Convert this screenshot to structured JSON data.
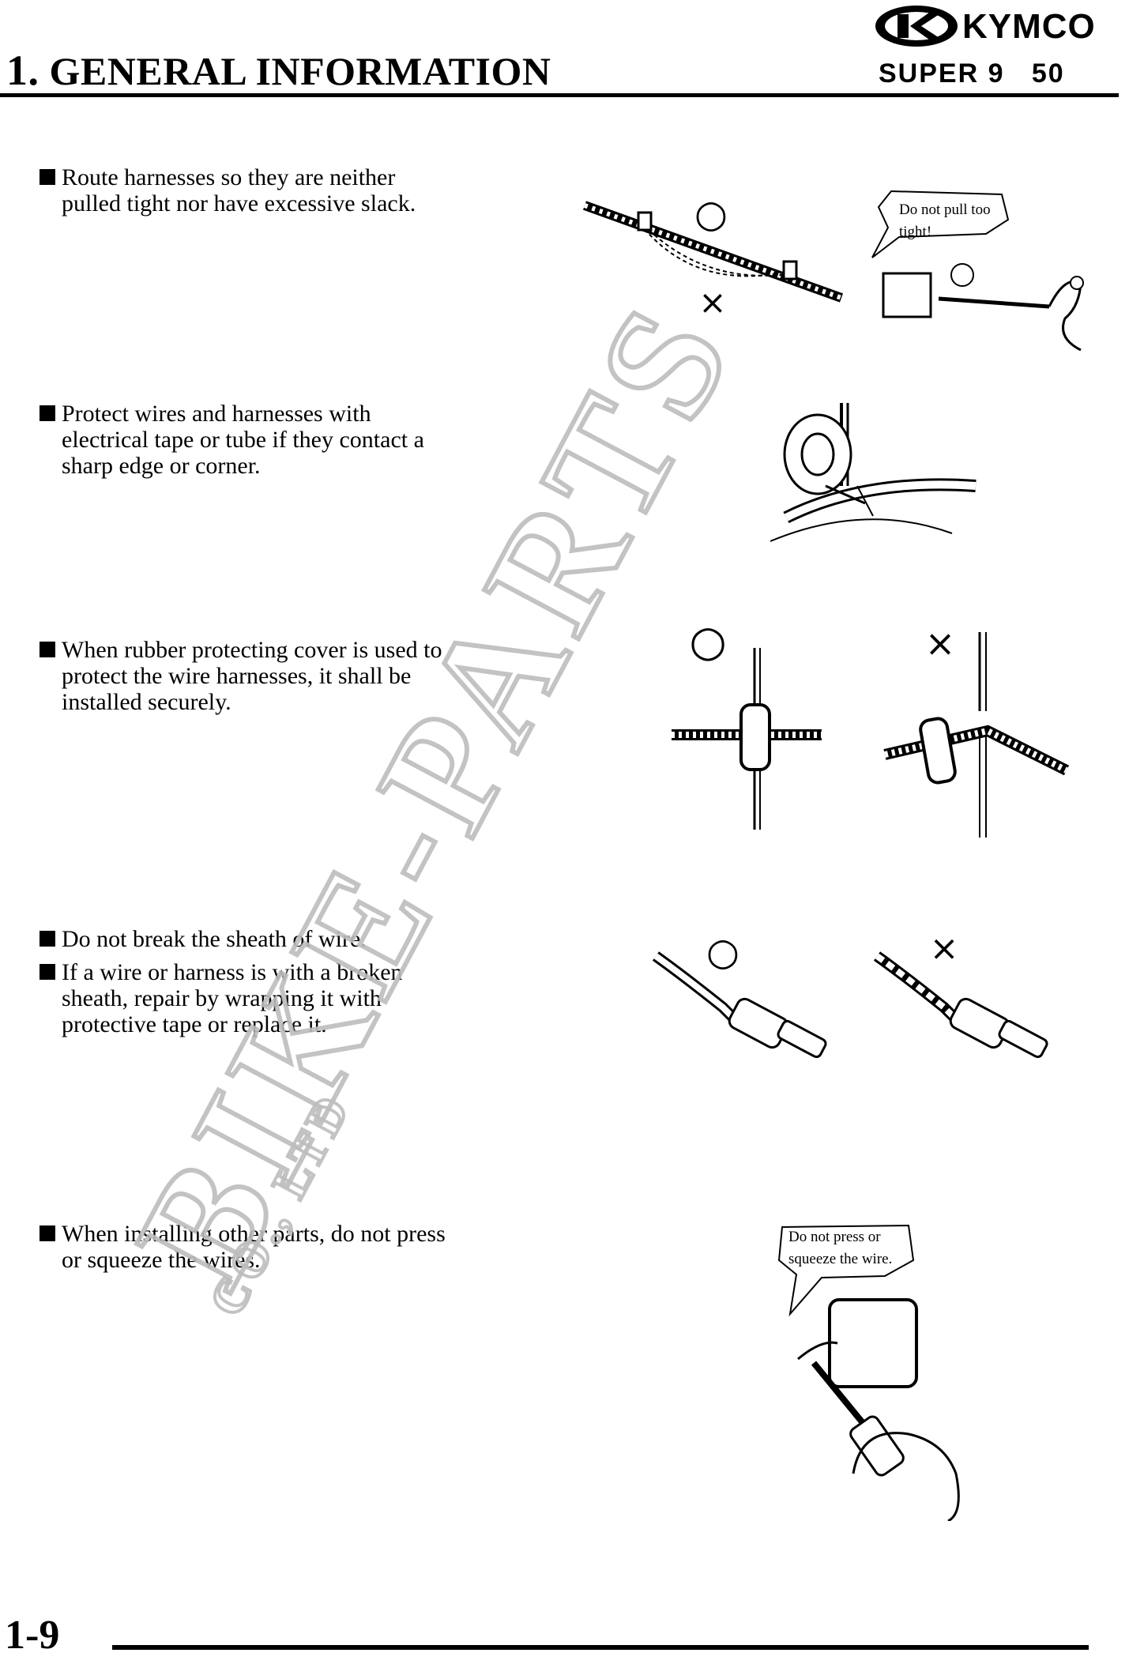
{
  "header": {
    "section_number": "1.",
    "section_title": "GENERAL INFORMATION",
    "model": "SUPER 9",
    "displacement": "50",
    "brand_logo_text": "KYMCO"
  },
  "items": [
    {
      "text": "Route harnesses so they are neither\npulled tight nor have excessive slack."
    },
    {
      "text": "Protect wires and harnesses with\nelectrical tape or tube if they contact a\nsharp edge or corner."
    },
    {
      "text": "When rubber protecting cover is used to\nprotect the wire harnesses, it shall be\ninstalled securely."
    },
    {
      "text": "Do not break the sheath of wire."
    },
    {
      "text": "If a wire or harness is with a broken\nsheath, repair by wrapping it with\nprotective tape or replace it."
    },
    {
      "text": "When installing other parts, do not press\nor squeeze the wires."
    }
  ],
  "callouts": {
    "pull": "Do not pull too\ntight!",
    "press": "Do not press or\nsqueeze the wire."
  },
  "marks": {
    "ok": "○",
    "ng": "×"
  },
  "watermark": {
    "main": "BIKE-PARTS",
    "sub": "CO., LTD",
    "color": "#c9c9c9"
  },
  "footer": {
    "page_number": "1-9"
  }
}
